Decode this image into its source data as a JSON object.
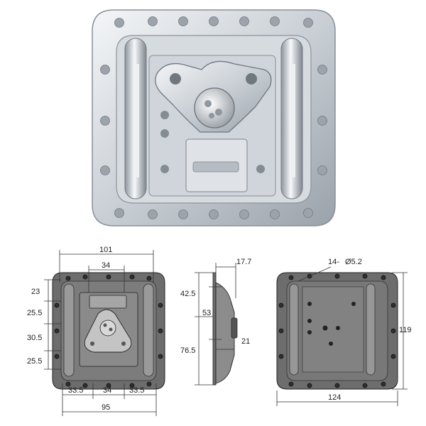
{
  "photo": {
    "subject": "butterfly-latch-photo",
    "colors": {
      "metal_light": "#e9edf1",
      "metal_mid": "#bcc3ca",
      "metal_dark": "#7d858e",
      "hole": "#9aa1a8"
    }
  },
  "drawing": {
    "colors": {
      "plate": "#6d6d6d",
      "plate_dark": "#4a4a4a",
      "line": "#222222"
    },
    "front_view": {
      "dims": {
        "top_width": "101",
        "top_slot": "34",
        "left_1": "23",
        "left_2": "25.5",
        "left_3": "30.5",
        "left_4": "25.5",
        "bottom_a": "33.5",
        "bottom_b": "34",
        "bottom_c": "33.5",
        "bottom_total": "95"
      }
    },
    "side_view": {
      "dims": {
        "depth_top": "17.7",
        "upper": "42.5",
        "middle": "53",
        "lower": "76.5",
        "inner_depth": "21"
      }
    },
    "back_view": {
      "dims": {
        "holes_label": "14-",
        "hole_dia": "Ø5.2",
        "height": "119",
        "width": "124"
      }
    }
  }
}
